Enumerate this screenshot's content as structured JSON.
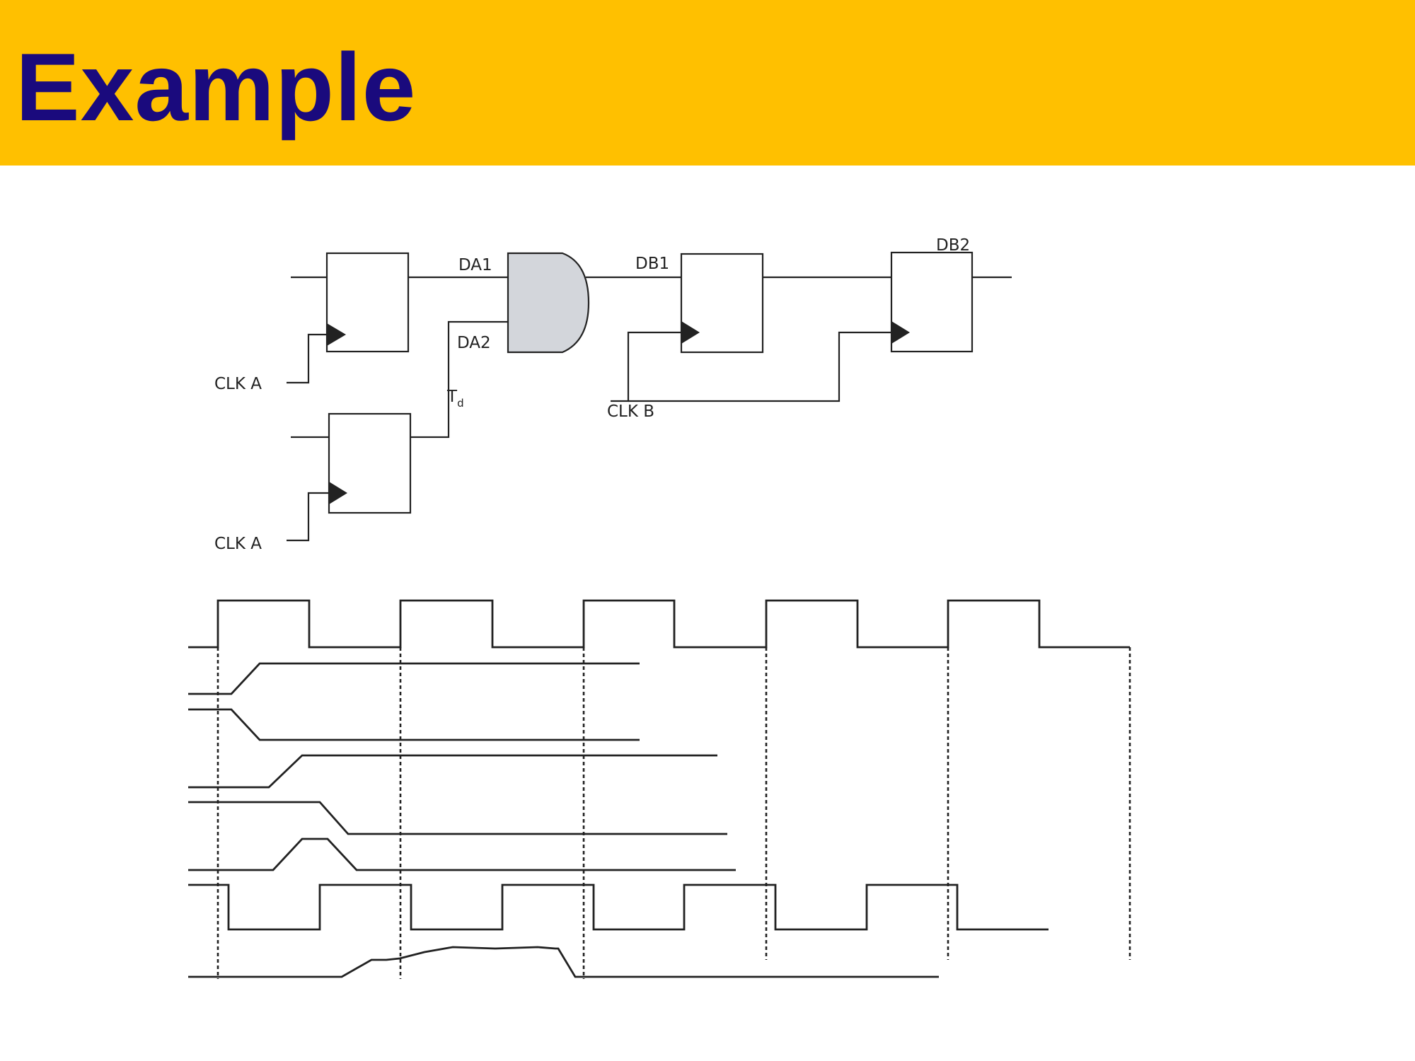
{
  "slide": {
    "title": "Example"
  },
  "colors": {
    "header_bg": "#FFC000",
    "title_text": "#1A0A7D",
    "gate_fill": "#D3D6DB",
    "line": "#222222"
  },
  "circuit": {
    "labels": {
      "da1": "DA1",
      "da2": "DA2",
      "db1": "DB1",
      "db2": "DB2",
      "clk_a_top": "CLK A",
      "clk_a_bottom": "CLK A",
      "clk_b": "CLK B",
      "td_main": "T",
      "td_sub": "d"
    }
  },
  "timing": {
    "clock_edges": 5,
    "waveforms": [
      "clk-a",
      "da1",
      "da2",
      "db1-rise",
      "db1-fall",
      "glitch",
      "clk-b",
      "db2"
    ]
  }
}
